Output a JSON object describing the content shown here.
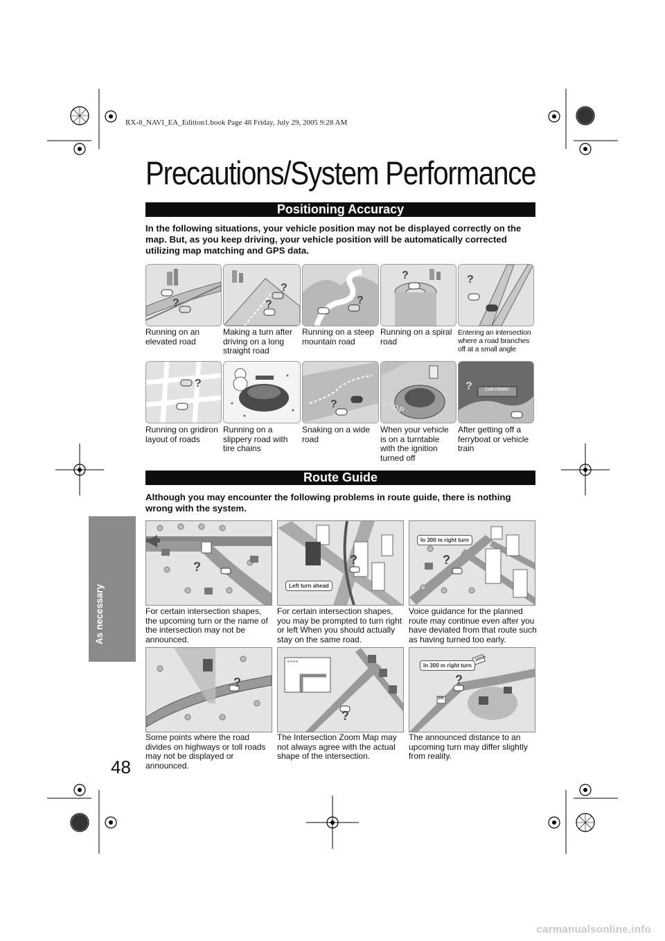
{
  "header": {
    "book_line": "RX-8_NAVI_EA_Edition1.book  Page 48  Friday, July 29, 2005  9:28 AM"
  },
  "page": {
    "title": "Precautions/System Performance",
    "number": "48",
    "side_tab": "As necessary"
  },
  "positioning": {
    "heading": "Positioning Accuracy",
    "intro": "In the following situations, your vehicle position may not be displayed correctly on the map. But, as you keep driving, your vehicle position will be automatically corrected utilizing map matching and GPS data.",
    "items": [
      {
        "caption": "Running on an elevated road",
        "icon": "elevated-road-illustration"
      },
      {
        "caption": "Making a turn after driving on a long straight road",
        "icon": "turn-after-straight-road-illustration"
      },
      {
        "caption": "Running on a steep mountain road",
        "icon": "mountain-road-illustration"
      },
      {
        "caption": "Running on a spiral road",
        "icon": "spiral-road-illustration"
      },
      {
        "caption": "Entering an intersection where a road branches off at a small angle",
        "icon": "small-angle-branch-illustration"
      },
      {
        "caption": "Running on gridiron layout of roads",
        "icon": "gridiron-roads-illustration"
      },
      {
        "caption": "Running on a slippery road with tire chains",
        "icon": "slippery-road-illustration"
      },
      {
        "caption": "Snaking on a wide road",
        "icon": "snaking-wide-road-illustration"
      },
      {
        "caption": "When your vehicle is on a turntable with the ignition turned off",
        "icon": "turntable-illustration",
        "sign": "STOP"
      },
      {
        "caption": "After getting off a ferryboat or vehicle train",
        "icon": "ferry-illustration",
        "sign": "CAR FERRY"
      }
    ]
  },
  "route_guide": {
    "heading": "Route Guide",
    "intro": "Although you may encounter the following problems in route guide, there is nothing wrong with the system.",
    "items": [
      {
        "caption": "For certain intersection shapes, the upcoming turn or the name of the intersection may not be announced.",
        "icon": "unannounced-turn-illustration"
      },
      {
        "caption": "For certain intersection shapes, you may be prompted to turn right or left When you should actually stay on the same road.",
        "icon": "wrong-prompt-illustration",
        "callout": "Left turn ahead"
      },
      {
        "caption": "Voice guidance for the planned route may continue even after you have deviated from that route such as having turned too early.",
        "icon": "continued-guidance-illustration",
        "callout": "In 300 m right turn"
      },
      {
        "caption": "Some points where the road divides on highways or toll roads may not be displayed or announced.",
        "icon": "highway-divide-illustration"
      },
      {
        "caption": "The Intersection Zoom Map may not always agree with the actual shape of the intersection.",
        "icon": "zoom-map-illustration",
        "screen_text": "××××"
      },
      {
        "caption": "The announced distance to an upcoming turn may differ slightly from reality.",
        "icon": "distance-differ-illustration",
        "callout": "In 300 m right turn",
        "sign_a": "300m",
        "sign_b": "0m"
      }
    ]
  },
  "footer": {
    "watermark": "carmanualsonline.info"
  }
}
